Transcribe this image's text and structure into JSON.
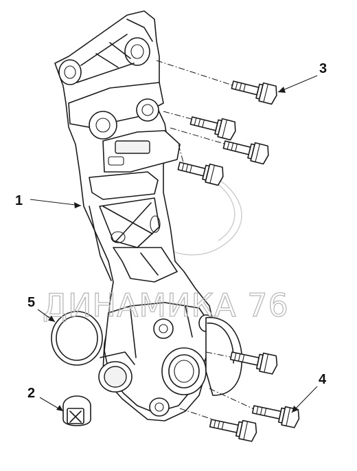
{
  "callouts": {
    "c1": "1",
    "c2": "2",
    "c3": "3",
    "c4": "4",
    "c5": "5"
  },
  "watermark": "ДИНАМИКА 76"
}
